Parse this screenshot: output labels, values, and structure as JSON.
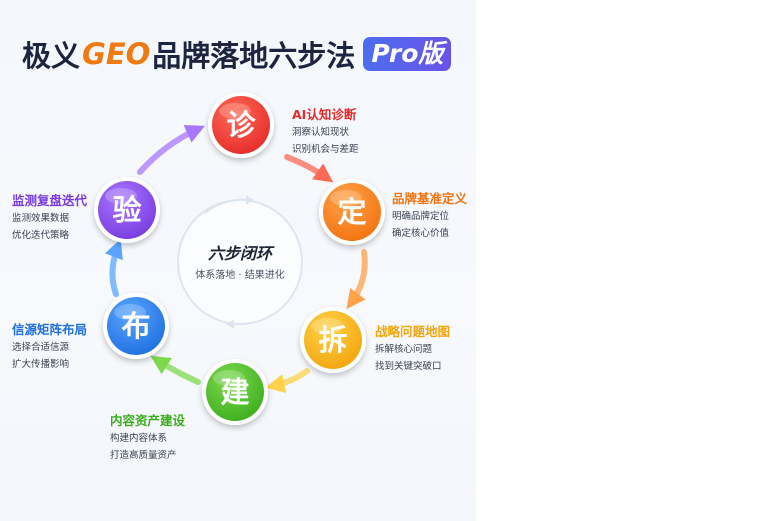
{
  "title": {
    "part1": "极义",
    "part2": "GEO",
    "part3": "品牌落地六步法",
    "badge": "Pro版"
  },
  "center": {
    "title": "六步闭环",
    "subtitle": "体系落地 · 结果进化"
  },
  "steps": [
    {
      "char": "诊",
      "title": "AI认知诊断",
      "desc1": "洞察认知现状",
      "desc2": "识别机会与差距",
      "color": "#e62b2b",
      "color_light": "#ff6a55"
    },
    {
      "char": "定",
      "title": "品牌基准定义",
      "desc1": "明确品牌定位",
      "desc2": "确定核心价值",
      "color": "#f2730f",
      "color_light": "#ffa24a"
    },
    {
      "char": "拆",
      "title": "战略问题地图",
      "desc1": "拆解核心问题",
      "desc2": "找到关键突破口",
      "color": "#f2a50c",
      "color_light": "#ffd24a"
    },
    {
      "char": "建",
      "title": "内容资产建设",
      "desc1": "构建内容体系",
      "desc2": "打造高质量资产",
      "color": "#3cae1e",
      "color_light": "#7cd94e"
    },
    {
      "char": "布",
      "title": "信源矩阵布局",
      "desc1": "选择合适信源",
      "desc2": "扩大传播影响",
      "color": "#1f6fe0",
      "color_light": "#5aa6ff"
    },
    {
      "char": "验",
      "title": "监测复盘迭代",
      "desc1": "监测效果数据",
      "desc2": "优化迭代策略",
      "color": "#7a3be0",
      "color_light": "#a877ff"
    }
  ]
}
